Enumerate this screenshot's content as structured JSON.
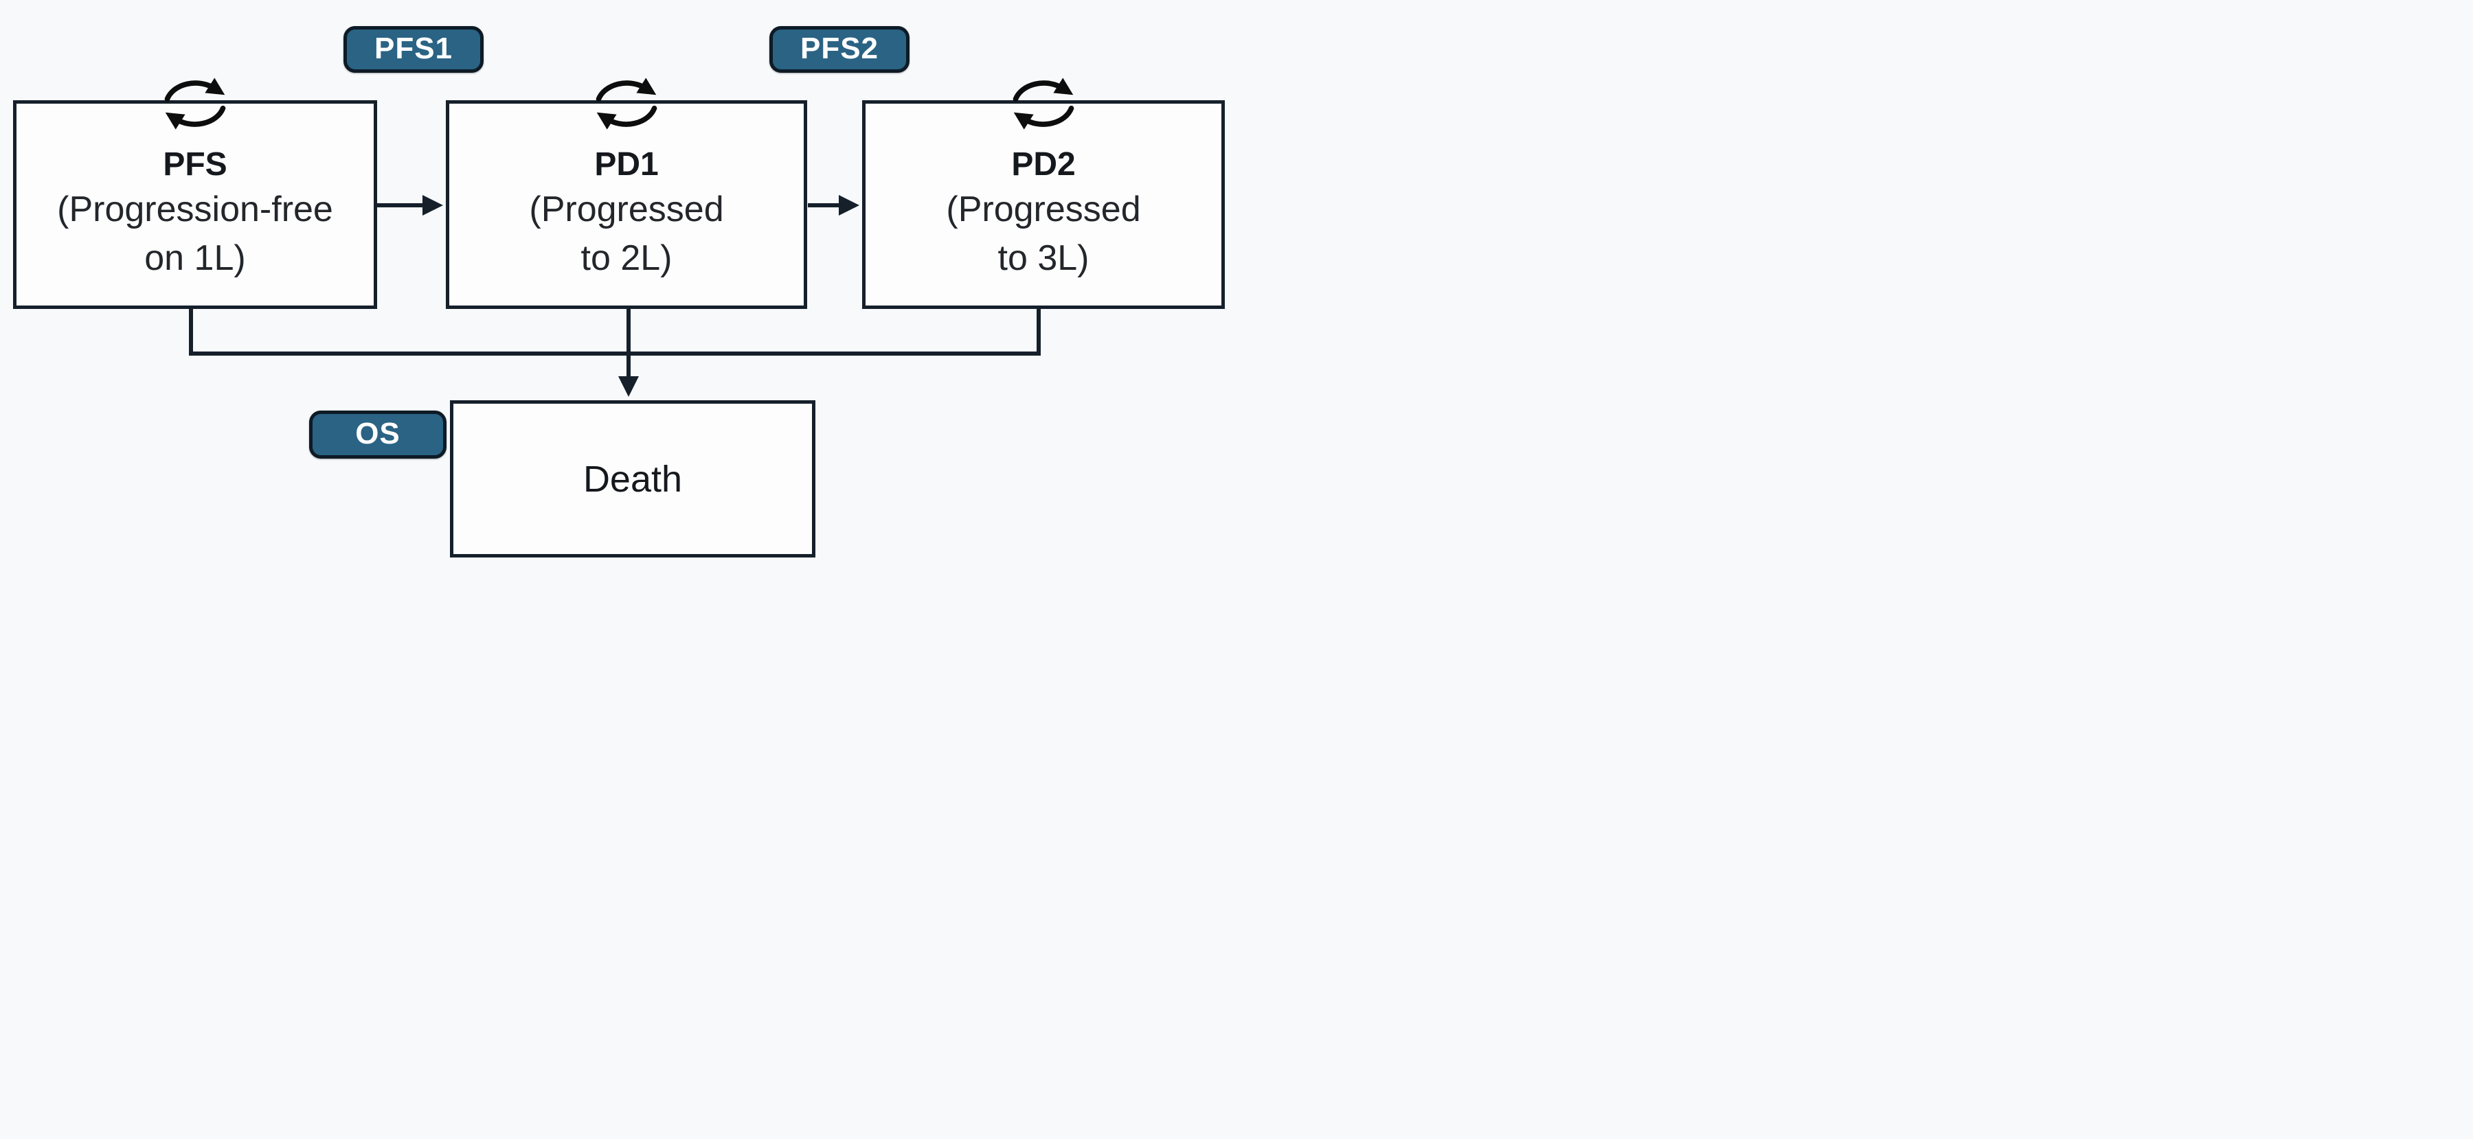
{
  "diagram": {
    "type": "markov-state-transition-model",
    "background_color": "#f7f9fb",
    "box_fill_color": "#fdfdfe",
    "box_border_color": "#15202b",
    "line_color": "#15202b",
    "icon_color": "#0d0d0d",
    "badge_fill_color": "#2a6384",
    "badge_border_color": "#0e1b26",
    "badge_text_color": "#ffffff",
    "text_color": "#15181c",
    "icons": {
      "self_loop": "cycle-arrows (two curved arrows forming a loop, like ⟳)"
    },
    "states": [
      {
        "title": "PFS",
        "subtitle_line1": "(Progression-free",
        "subtitle_line2": "on 1L)",
        "self_loop": true
      },
      {
        "title": "PD1",
        "subtitle_line1": "(Progressed",
        "subtitle_line2": "to 2L)",
        "self_loop": true
      },
      {
        "title": "PD2",
        "subtitle_line1": "(Progressed",
        "subtitle_line2": "to 3L)",
        "self_loop": true
      },
      {
        "title": "Death",
        "self_loop": false
      }
    ],
    "badges": [
      {
        "label": "PFS1",
        "position": "between PFS and PD1, top"
      },
      {
        "label": "PFS2",
        "position": "between PD1 and PD2, top"
      },
      {
        "label": "OS",
        "position": "left of Death box"
      }
    ],
    "transitions": [
      "PFS to PD1",
      "PD1 to PD2",
      "PFS to Death",
      "PD1 to Death",
      "PD2 to Death",
      "PFS self-loop",
      "PD1 self-loop",
      "PD2 self-loop"
    ]
  }
}
